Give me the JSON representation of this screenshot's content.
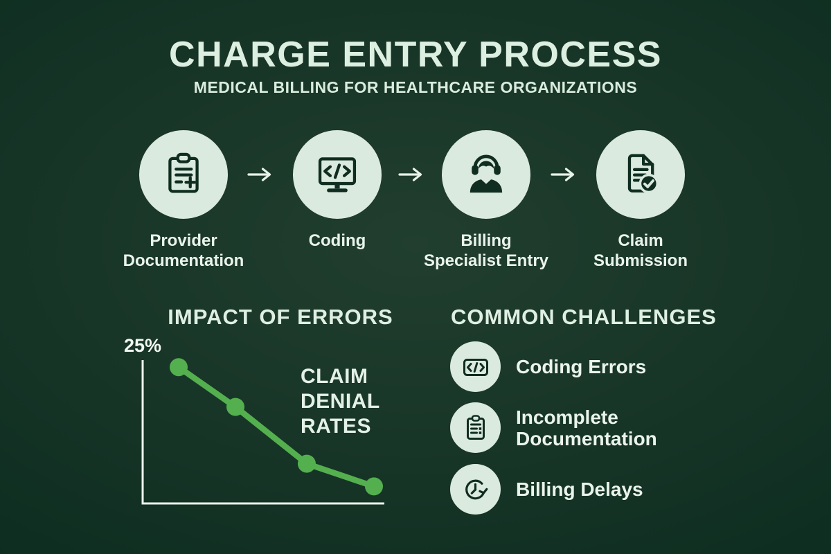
{
  "colors": {
    "background_edge": "#082a1e",
    "background_center": "#213e2e",
    "circle_fill": "#dbeade",
    "icon_stroke": "#0f2d20",
    "text_primary": "#eaf4ec",
    "accent_green": "#54b04e"
  },
  "header": {
    "title": "CHARGE ENTRY PROCESS",
    "subtitle": "MEDICAL BILLING FOR HEALTHCARE ORGANIZATIONS"
  },
  "process_flow": {
    "steps": [
      {
        "label": "Provider Documentation",
        "icon": "clipboard-plus-icon"
      },
      {
        "label": "Coding",
        "icon": "code-monitor-icon"
      },
      {
        "label": "Billing Specialist Entry",
        "icon": "headset-agent-icon"
      },
      {
        "label": "Claim Submission",
        "icon": "document-check-icon"
      }
    ],
    "connector": "right-arrow-icon"
  },
  "impact_section": {
    "heading": "IMPACT OF ERRORS"
  },
  "challenges_section": {
    "heading": "COMMON CHALLENGES",
    "items": [
      {
        "label": "Coding Errors",
        "icon": "code-icon"
      },
      {
        "label": "Incomplete Documentation",
        "icon": "clipboard-checklist-icon"
      },
      {
        "label": "Billing Delays",
        "icon": "clock-history-icon"
      }
    ]
  },
  "chart_data": {
    "type": "line",
    "title": "IMPACT OF ERRORS",
    "series_label": "CLAIM DENIAL RATES",
    "x": [
      1,
      2,
      3,
      4
    ],
    "x_fracs": [
      0.149,
      0.384,
      0.679,
      0.957
    ],
    "values": [
      24,
      17,
      7,
      3
    ],
    "ylim": [
      0,
      25
    ],
    "ytick_labels": [
      "25%"
    ],
    "xlabel": "",
    "ylabel": "",
    "grid": false,
    "legend": false,
    "line_color": "#54b04e"
  }
}
